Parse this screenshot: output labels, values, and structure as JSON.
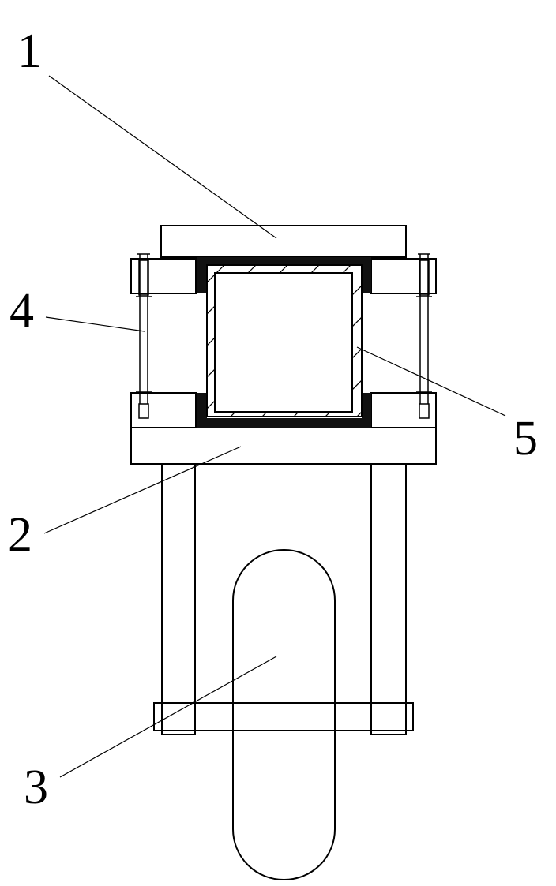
{
  "colors": {
    "line": "#000000",
    "background": "#ffffff"
  },
  "labels": {
    "part_1": "1",
    "part_2": "2",
    "part_3": "3",
    "part_4": "4",
    "part_5": "5"
  }
}
